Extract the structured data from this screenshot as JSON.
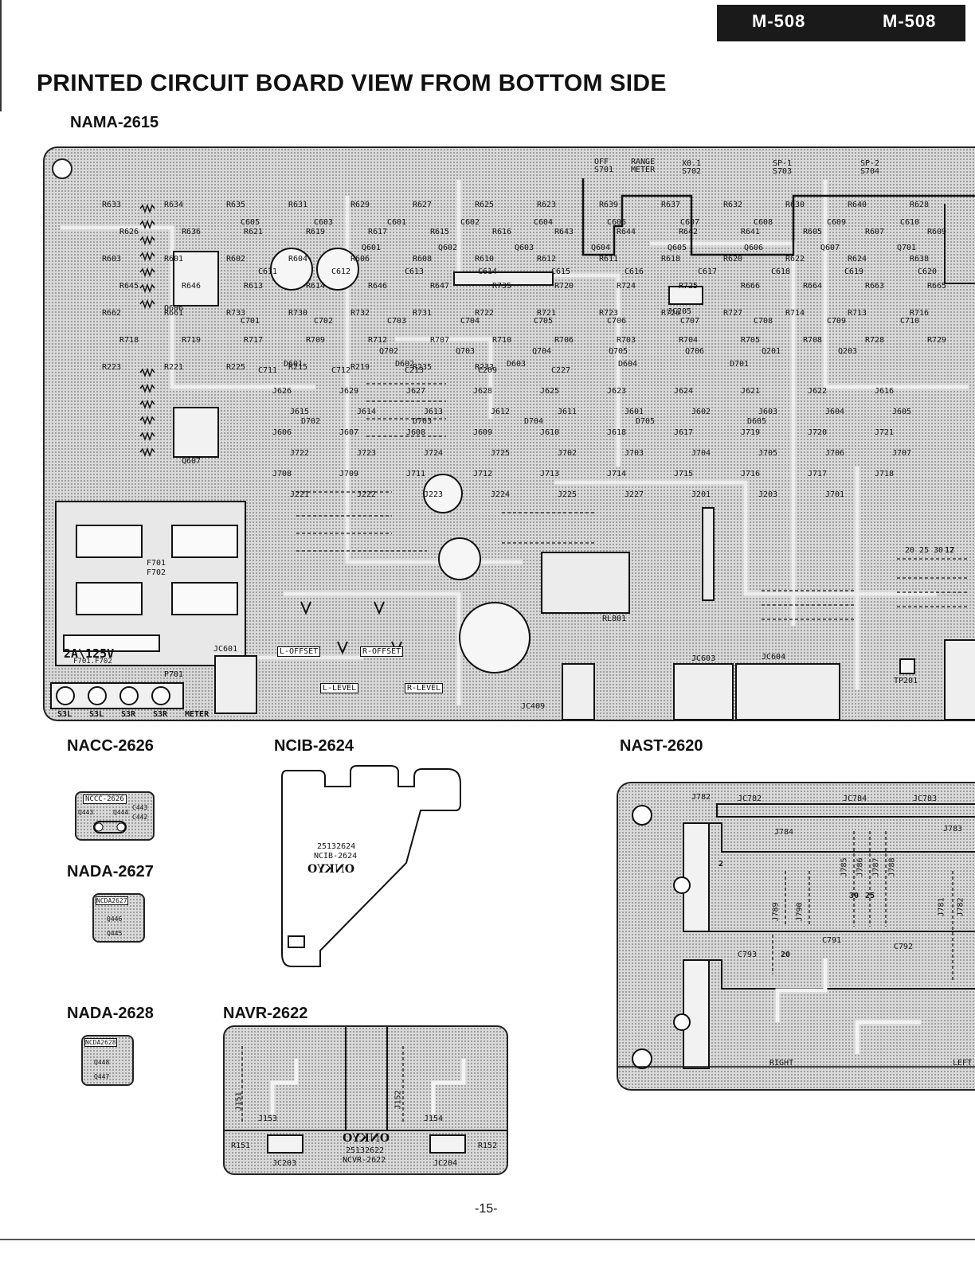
{
  "header": {
    "model_left": "M-508",
    "model_right": "M-508"
  },
  "title": "PRINTED CIRCUIT BOARD VIEW FROM BOTTOM SIDE",
  "boards": {
    "nama": {
      "label": "NAMA-2615",
      "fuse_rating": "2A\\125V",
      "fuse_ref": "F701.F702",
      "fuse_labels": [
        "F701",
        "F702"
      ],
      "terminal_ref": "P701",
      "terminals": [
        "S3L",
        "S3L",
        "S3R",
        "S3R",
        "METER"
      ],
      "switches": [
        "OFF",
        "S701",
        "RANGE",
        "METER",
        "X0.1",
        "S702",
        "SP-1",
        "S703",
        "SP-2",
        "S704"
      ],
      "adjust_labels": [
        "L-OFFSET",
        "R-OFFSET",
        "L-LEVEL",
        "R-LEVEL"
      ],
      "relay": "RL801",
      "transistors": [
        "Q601",
        "Q602",
        "Q603",
        "Q604",
        "Q605",
        "Q606",
        "Q607",
        "Q701",
        "Q702",
        "Q703",
        "Q704",
        "Q705",
        "Q706",
        "Q201",
        "Q203"
      ],
      "ics": [
        "Q606",
        "Q607"
      ],
      "diodes": [
        "D601",
        "D602",
        "D603",
        "D604",
        "D701",
        "D702",
        "D703",
        "D704",
        "D705",
        "D605"
      ],
      "capacitors": [
        "C605",
        "C603",
        "C601",
        "C602",
        "C604",
        "C606",
        "C607",
        "C608",
        "C609",
        "C610",
        "C611",
        "C612",
        "C613",
        "C614",
        "C615",
        "C616",
        "C617",
        "C618",
        "C619",
        "C620",
        "C701",
        "C702",
        "C703",
        "C704",
        "C705",
        "C706",
        "C707",
        "C708",
        "C709",
        "C710",
        "C711",
        "C712",
        "C213",
        "C209",
        "C227"
      ],
      "resistors": [
        "R633",
        "R634",
        "R635",
        "R631",
        "R629",
        "R627",
        "R625",
        "R623",
        "R639",
        "R637",
        "R632",
        "R630",
        "R640",
        "R628",
        "R626",
        "R636",
        "R621",
        "R619",
        "R617",
        "R615",
        "R616",
        "R643",
        "R644",
        "R642",
        "R641",
        "R605",
        "R607",
        "R609",
        "R603",
        "R601",
        "R602",
        "R604",
        "R606",
        "R608",
        "R610",
        "R612",
        "R611",
        "R618",
        "R620",
        "R622",
        "R624",
        "R638",
        "R645",
        "R646",
        "R613",
        "R614",
        "R646",
        "R647",
        "R735",
        "R720",
        "R724",
        "R725",
        "R666",
        "R664",
        "R663",
        "R665",
        "R662",
        "R661",
        "R733",
        "R730",
        "R732",
        "R731",
        "R722",
        "R721",
        "R723",
        "R726",
        "R727",
        "R714",
        "R713",
        "R716",
        "R718",
        "R719",
        "R717",
        "R709",
        "R712",
        "R707",
        "R710",
        "R706",
        "R703",
        "R704",
        "R705",
        "R708",
        "R728",
        "R729",
        "R223",
        "R221",
        "R225",
        "R215",
        "R219",
        "R235",
        "R233"
      ],
      "jumpers": [
        "J626",
        "J629",
        "J627",
        "J628",
        "J625",
        "J623",
        "J624",
        "J621",
        "J622",
        "J616",
        "J615",
        "J614",
        "J613",
        "J612",
        "J611",
        "J601",
        "J602",
        "J603",
        "J604",
        "J605",
        "J606",
        "J607",
        "J608",
        "J609",
        "J610",
        "J618",
        "J617",
        "J719",
        "J720",
        "J721",
        "J722",
        "J723",
        "J724",
        "J725",
        "J702",
        "J703",
        "J704",
        "J705",
        "J706",
        "J707",
        "J708",
        "J709",
        "J711",
        "J712",
        "J713",
        "J714",
        "J715",
        "J716",
        "J717",
        "J718",
        "J221",
        "J222",
        "J223",
        "J224",
        "J225",
        "J227",
        "J201",
        "J203",
        "J701"
      ],
      "jumper_lengths": [
        "20",
        "25",
        "30",
        "17",
        "12"
      ],
      "connectors": [
        "JC601",
        "JC603",
        "JC604",
        "JC409",
        "JC205",
        "TP201"
      ]
    },
    "nacc": {
      "label": "NACC-2626",
      "silk": "NCCC-2626",
      "parts": [
        "Q443",
        "Q444",
        "C443",
        "C442"
      ]
    },
    "nada27": {
      "label": "NADA-2627",
      "silk": "NCDA2627",
      "parts": [
        "Q446",
        "Q445"
      ]
    },
    "nada28": {
      "label": "NADA-2628",
      "silk": "NCDA2628",
      "parts": [
        "Q448",
        "Q447"
      ]
    },
    "ncib": {
      "label": "NCIB-2624",
      "part_number": "25132624",
      "silk": "NCIB-2624",
      "brand": "ONKYO"
    },
    "navr": {
      "label": "NAVR-2622",
      "parts": [
        "J151",
        "J152",
        "J153",
        "J154",
        "R151",
        "R152",
        "JC203",
        "JC204"
      ],
      "brand": "ONKYO",
      "part_number": "25132622",
      "silk": "NCVR-2622"
    },
    "nast": {
      "label": "NAST-2620",
      "parts": [
        "J782",
        "JC782",
        "JC784",
        "JC783",
        "J784",
        "J783",
        "J785",
        "J786",
        "J787",
        "J788",
        "J789",
        "J790",
        "J781",
        "J782",
        "C793",
        "C791",
        "C792"
      ],
      "silk_right": "RIGHT",
      "silk_left": "LEFT",
      "pin": "2",
      "jumper_lengths": [
        "30",
        "25",
        "20"
      ]
    }
  },
  "page_number": "-15-"
}
